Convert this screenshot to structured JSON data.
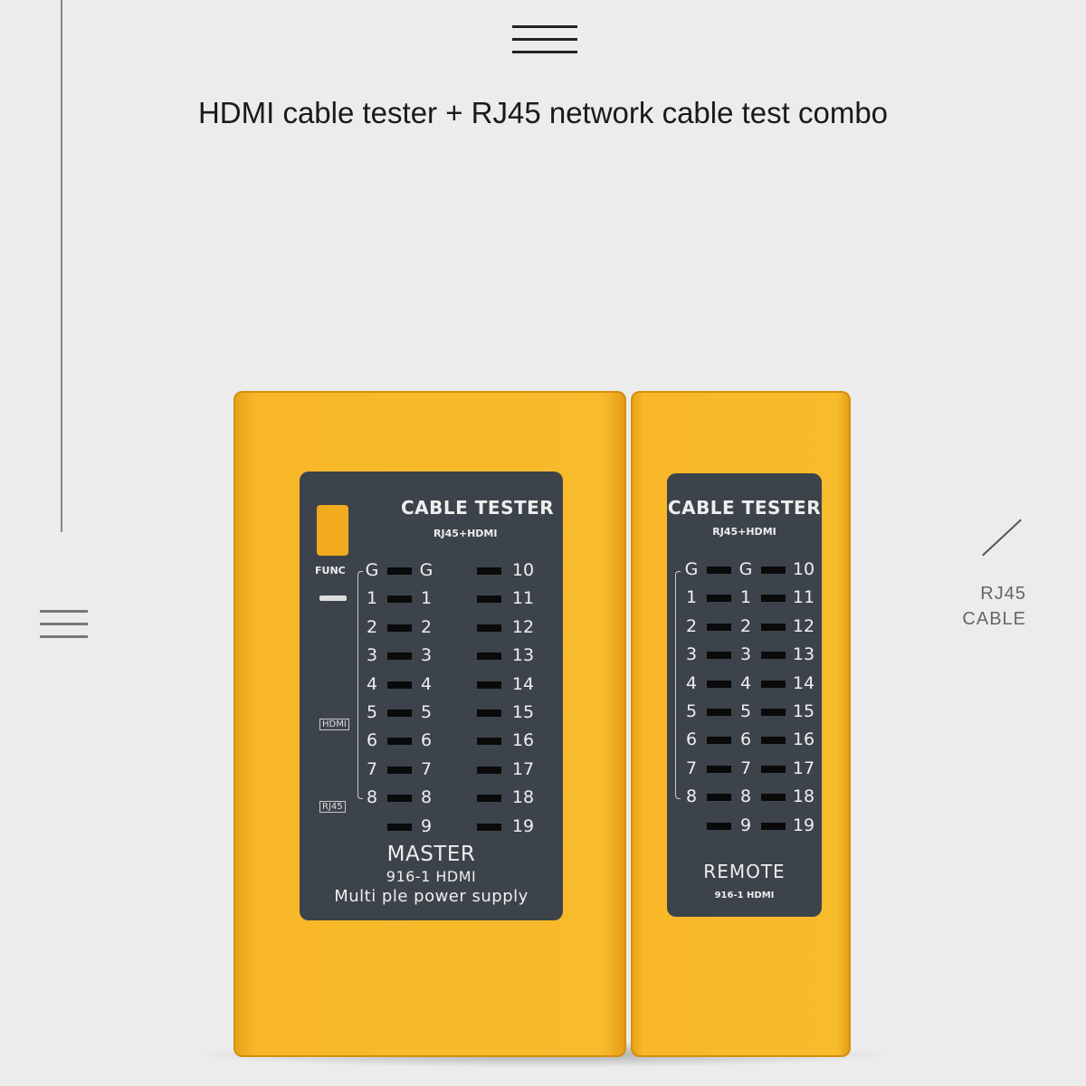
{
  "header": {
    "title": "HDMI cable tester + RJ45 network cable test combo",
    "menu_icon": "hamburger-icon"
  },
  "side": {
    "menu_icon": "hamburger-icon",
    "label_line1": "RJ45",
    "label_line2": "CABLE"
  },
  "colors": {
    "body": "#f8b828",
    "panel": "#3c434b",
    "background": "#ececec",
    "led": "#0a0a0a"
  },
  "master": {
    "title": "CABLE TESTER",
    "subtitle": "RJ45+HDMI",
    "func_label": "FUNC",
    "hdmi_tag": "HDMI",
    "rj45_tag": "RJ45",
    "name": "MASTER",
    "model": "916-1 HDMI",
    "note": "Multi ple power supply"
  },
  "remote": {
    "title": "CABLE TESTER",
    "subtitle": "RJ45+HDMI",
    "name": "REMOTE",
    "model": "916-1 HDMI"
  },
  "pins": {
    "left": [
      "G",
      "1",
      "2",
      "3",
      "4",
      "5",
      "6",
      "7",
      "8",
      ""
    ],
    "middle": [
      "G",
      "1",
      "2",
      "3",
      "4",
      "5",
      "6",
      "7",
      "8",
      "9"
    ],
    "right": [
      "10",
      "11",
      "12",
      "13",
      "14",
      "15",
      "16",
      "17",
      "18",
      "19"
    ]
  }
}
